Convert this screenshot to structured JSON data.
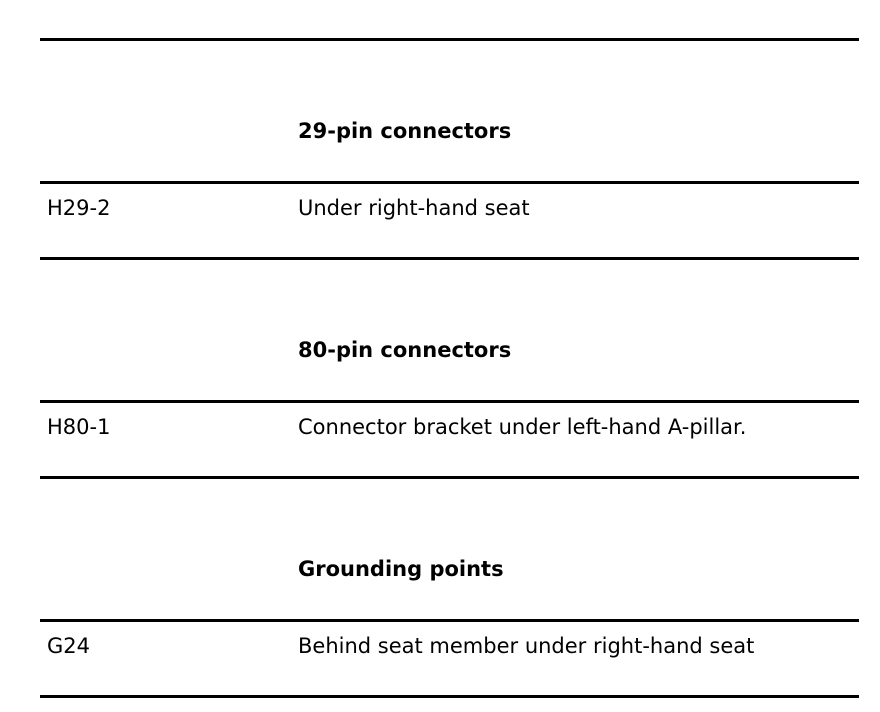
{
  "sections": [
    {
      "heading": "29-pin connectors",
      "rows": [
        {
          "code": "H29-2",
          "location": "Under right-hand seat"
        }
      ]
    },
    {
      "heading": "80-pin connectors",
      "rows": [
        {
          "code": "H80-1",
          "location": "Connector bracket under left-hand A-pillar."
        }
      ]
    },
    {
      "heading": "Grounding points",
      "rows": [
        {
          "code": "G24",
          "location": "Behind seat member under right-hand seat"
        }
      ]
    }
  ]
}
